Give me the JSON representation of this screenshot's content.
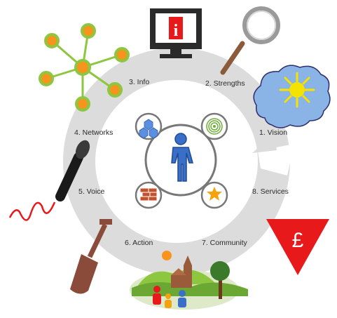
{
  "diagram": {
    "steps": [
      {
        "label": "2. Strengths"
      },
      {
        "label": "3. Info"
      },
      {
        "label": "4. Networks"
      },
      {
        "label": "1. Vision"
      },
      {
        "label": "5. Voice"
      },
      {
        "label": "8. Services"
      },
      {
        "label": "6. Action"
      },
      {
        "label": "7. Community"
      }
    ],
    "info_sign": "i",
    "currency_sign": "£",
    "colors": {
      "ring": "#dcdcdc",
      "accent_red": "#e8191b",
      "cloud_blue": "#8bb4e6",
      "sun_yellow": "#f4e200",
      "network_node": "#f7941d",
      "network_ring": "#8dc63f",
      "person_blue": "#3a6fc8",
      "shovel_brown": "#8a4b3a"
    },
    "icons": [
      "computer-info-icon",
      "magnifier-icon",
      "network-icon",
      "cloud-sun-icon",
      "microphone-icon",
      "currency-triangle-icon",
      "shovel-icon",
      "village-icon",
      "person-icon",
      "cubes-icon",
      "target-icon",
      "bricks-icon",
      "star-icon"
    ]
  }
}
